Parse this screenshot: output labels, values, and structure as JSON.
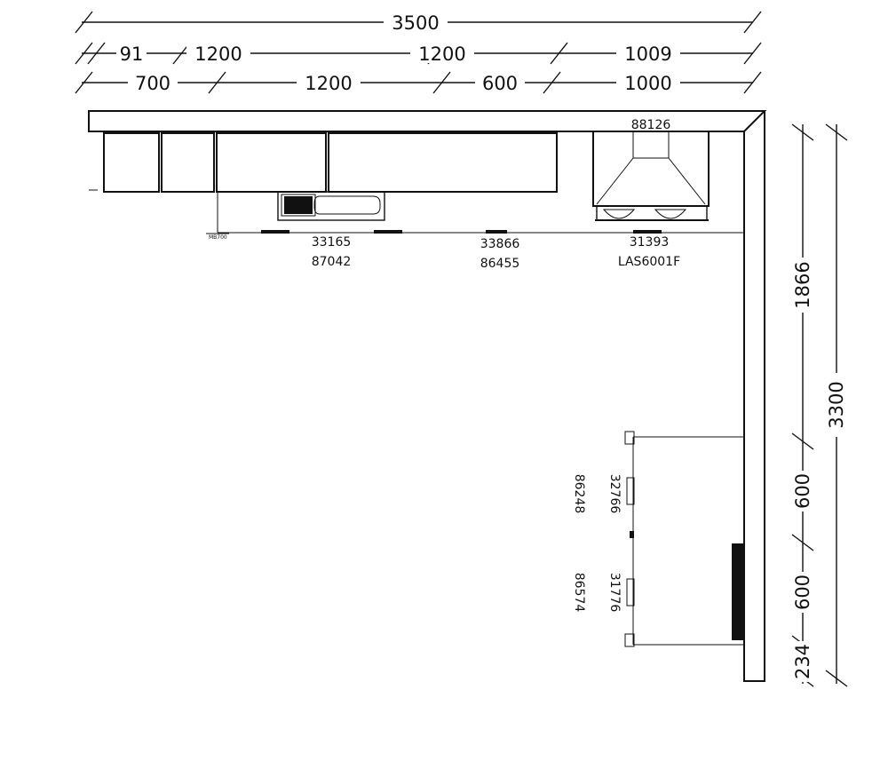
{
  "dimensions": {
    "top_total": "3500",
    "top_row2": [
      "91",
      "1200",
      "1200",
      "1009"
    ],
    "top_row3": [
      "700",
      "1200",
      "600",
      "1000"
    ],
    "right_inner": [
      "1866",
      "600",
      "600",
      "234"
    ],
    "right_outer": "3300"
  },
  "labels": {
    "hood": "88126",
    "sink_top": "33165",
    "sink_bottom": "87042",
    "mid_top": "33866",
    "mid_bottom": "86455",
    "hob_top": "31393",
    "hob_bottom": "LAS6001F",
    "right_unit1_a": "32766",
    "right_unit1_b": "86248",
    "right_unit2_a": "31776",
    "right_unit2_b": "86574"
  }
}
